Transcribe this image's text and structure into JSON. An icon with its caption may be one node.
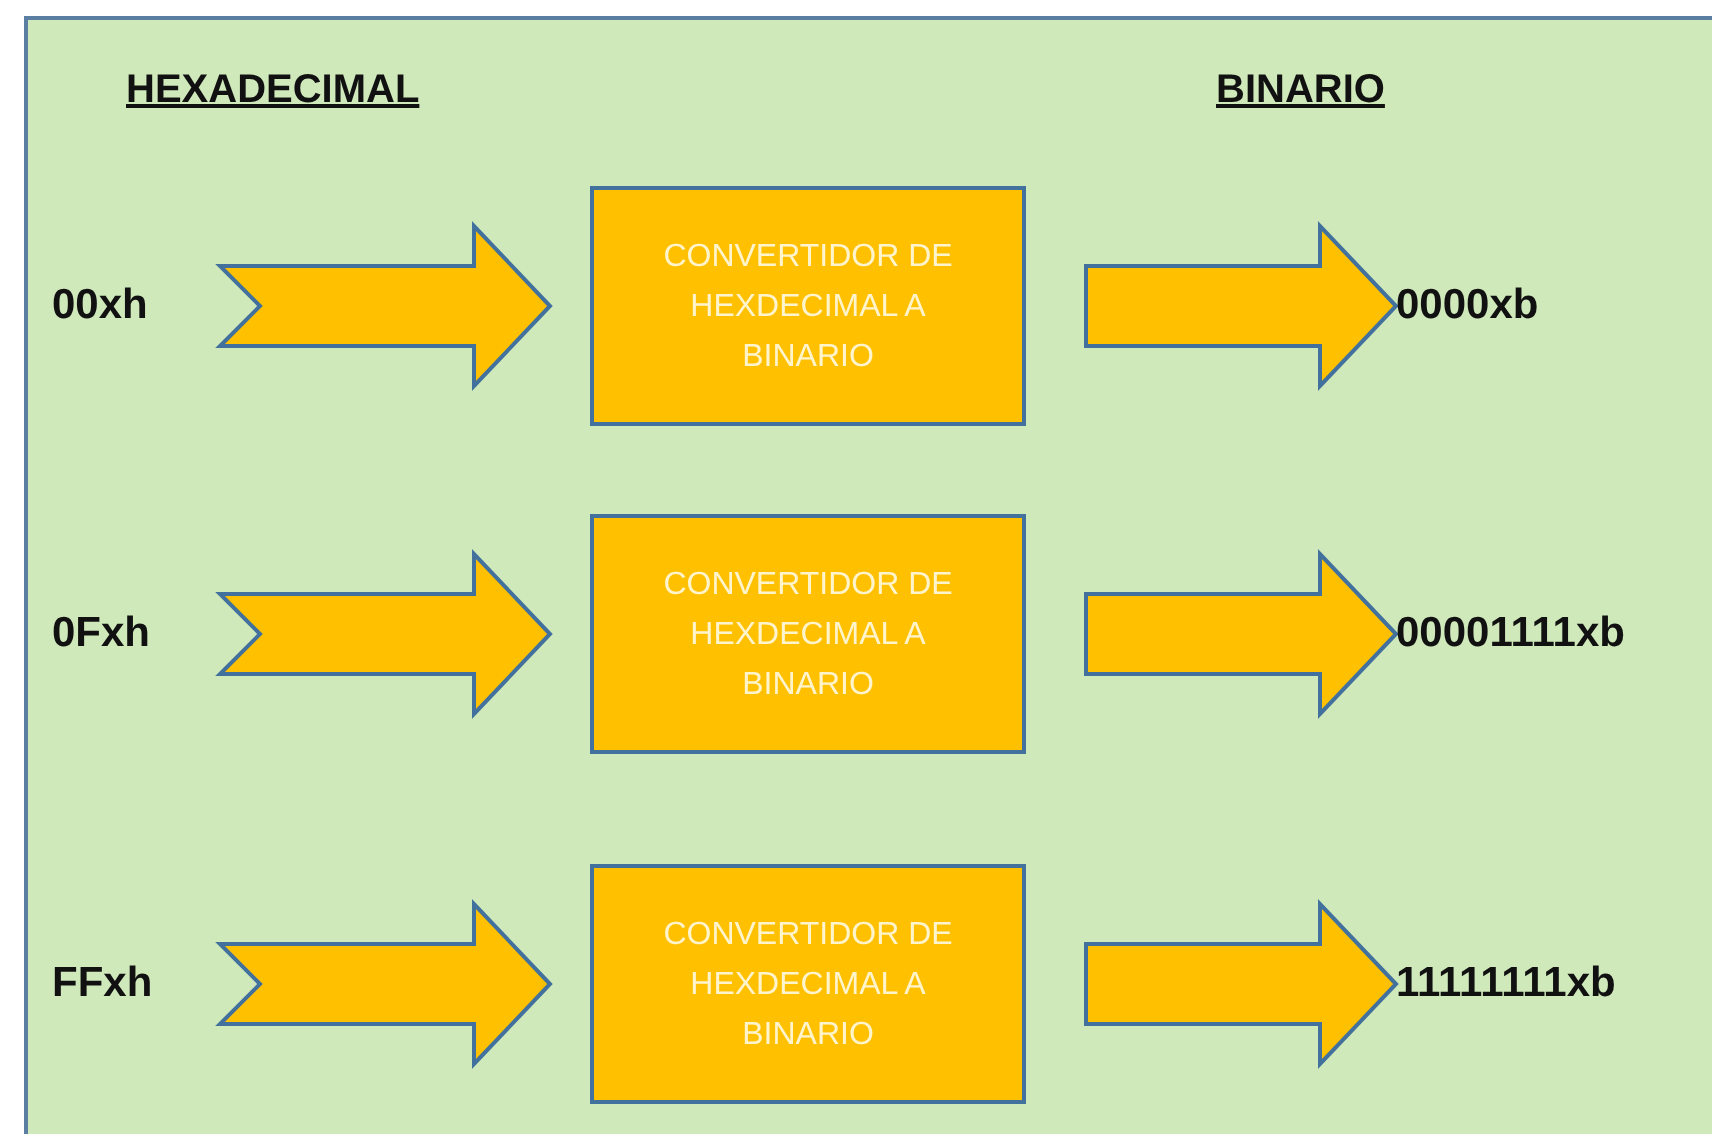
{
  "diagram": {
    "nodes": [
      {
        "text": [
          "00xh"
        ]
      },
      {
        "text": [
          "CONVERTIDOR DE HEXDECIMAL A BINARIO"
        ]
      },
      {
        "text": [
          "0000xb"
        ]
      },
      {
        "text": [
          "0Fxh"
        ]
      },
      {
        "text": [
          "CONVERTIDOR DE HEXDECIMAL A BINARIO"
        ]
      },
      {
        "text": [
          "00001111xb"
        ]
      },
      {
        "text": [
          "FFxh"
        ]
      },
      {
        "text": [
          "CONVERTIDOR DE HEXDECIMAL A BINARIO"
        ]
      },
      {
        "text": [
          "11111111xb"
        ]
      }
    ],
    "edges": [
      {
        "from": 0,
        "to": 1,
        "arrow": "to"
      },
      {
        "from": 1,
        "to": 2,
        "arrow": "to"
      },
      {
        "from": 3,
        "to": 4,
        "arrow": "to"
      },
      {
        "from": 4,
        "to": 5,
        "arrow": "to"
      },
      {
        "from": 6,
        "to": 7,
        "arrow": "to"
      },
      {
        "from": 7,
        "to": 8,
        "arrow": "to"
      }
    ],
    "labels": [
      "HEXADECIMAL",
      "BINARIO"
    ]
  }
}
